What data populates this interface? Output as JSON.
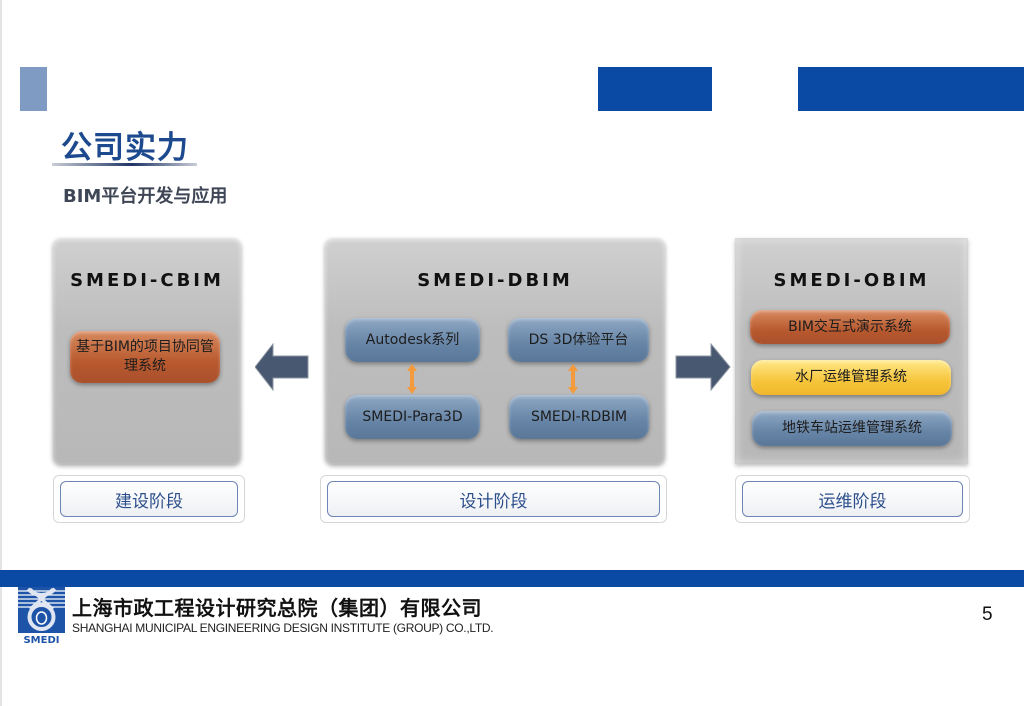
{
  "header": {
    "title": "公司实力",
    "subtitle": "BIM平台开发与应用",
    "colors": {
      "brand_blue": "#0a4aa5",
      "accent_light_blue": "#7f9bc4",
      "title_blue": "#1d4a8f"
    }
  },
  "panels": {
    "cbim": {
      "title": "SMEDI-CBIM",
      "items": [
        {
          "label": "基于BIM的项目协同管理系统",
          "color": "#b8592f"
        }
      ],
      "stage_label": "建设阶段"
    },
    "dbim": {
      "title": "SMEDI-DBIM",
      "items": [
        {
          "label": "Autodesk系列",
          "color": "#6684a6"
        },
        {
          "label": "DS 3D体验平台",
          "color": "#6684a6"
        },
        {
          "label": "SMEDI-Para3D",
          "color": "#6684a6"
        },
        {
          "label": "SMEDI-RDBIM",
          "color": "#6684a6"
        }
      ],
      "stage_label": "设计阶段"
    },
    "obim": {
      "title": "SMEDI-OBIM",
      "items": [
        {
          "label": "BIM交互式演示系统",
          "color": "#b8592f"
        },
        {
          "label": "水厂运维管理系统",
          "color": "#f6c53b"
        },
        {
          "label": "地铁车站运维管理系统",
          "color": "#6684a6"
        }
      ],
      "stage_label": "运维阶段"
    }
  },
  "arrows": {
    "left": "arrow-left",
    "right": "arrow-right",
    "color": "#475870",
    "link_color": "#f39a3d"
  },
  "footer": {
    "logo_text": "SMEDI",
    "company_cn": "上海市政工程设计研究总院（集团）有限公司",
    "company_en": "SHANGHAI MUNICIPAL ENGINEERING DESIGN INSTITUTE (GROUP) CO.,LTD.",
    "page_number": "5"
  }
}
